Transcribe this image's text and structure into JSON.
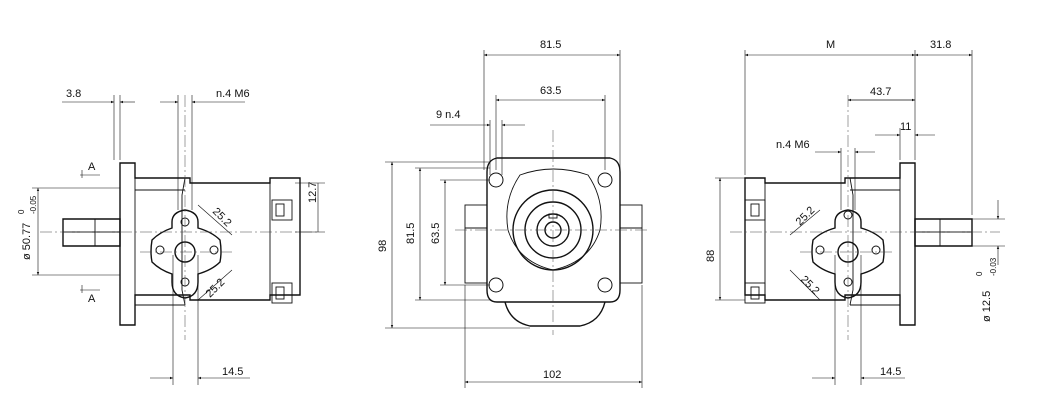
{
  "left_view": {
    "dim_3_8": "3.8",
    "dim_holes": "n.4 M6",
    "dim_12_7": "12.7",
    "dim_25_2_top": "25.2",
    "dim_25_2_bot": "25.2",
    "dim_14_5": "14.5",
    "dim_dia_main": "ø 50.77",
    "dim_dia_upper": "0",
    "dim_dia_lower": "-0.05",
    "section_top": "A",
    "section_bottom": "A"
  },
  "middle_view": {
    "dim_81_5_top": "81.5",
    "dim_63_5_top": "63.5",
    "dim_holes": "9 n.4",
    "dim_98": "98",
    "dim_81_5_side": "81.5",
    "dim_63_5_side": "63.5",
    "dim_102": "102"
  },
  "right_view": {
    "dim_M": "M",
    "dim_31_8": "31.8",
    "dim_43_7": "43.7",
    "dim_11": "11",
    "dim_holes": "n.4 M6",
    "dim_88": "88",
    "dim_25_2_top": "25.2",
    "dim_25_2_bot": "25.2",
    "dim_14_5": "14.5",
    "dim_dia_main": "ø 12.5",
    "dim_dia_upper": "0",
    "dim_dia_lower": "-0.03"
  }
}
